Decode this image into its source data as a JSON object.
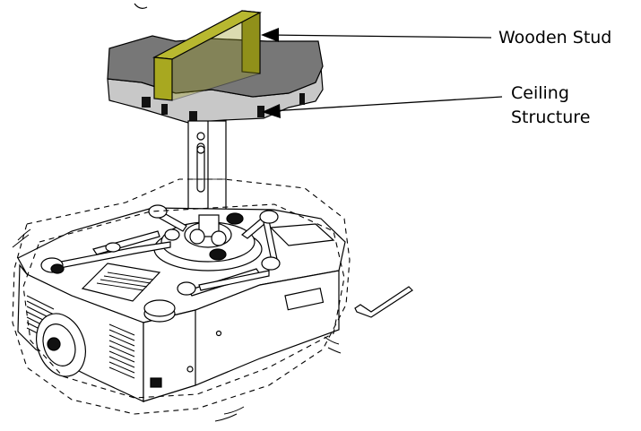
{
  "callouts": {
    "wooden_stud": "Wooden Stud",
    "ceiling_structure_line1": "Ceiling",
    "ceiling_structure_line2": "Structure"
  },
  "colors": {
    "stud_top": "#b8b830",
    "stud_front": "#a8a820",
    "ceiling_top": "#777777",
    "ceiling_edge": "#c8c8c8",
    "ceiling_dark": "#111111"
  }
}
